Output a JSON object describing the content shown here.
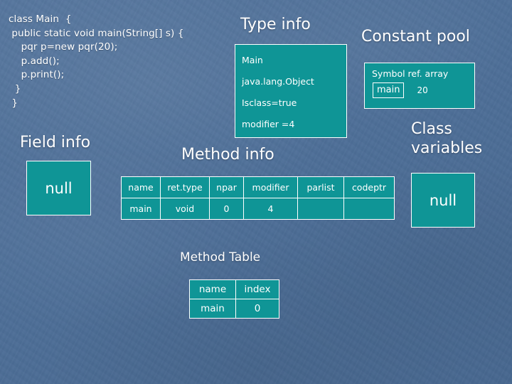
{
  "slide": {
    "background_color": "#4e6f98",
    "panel_color": "#0f9596",
    "text_color": "#ffffff"
  },
  "code_block": {
    "text": "class Main  {\n public static void main(String[] s) {\n    pqr p=new pqr(20);\n    p.add();\n    p.print();\n  }\n }"
  },
  "type_info": {
    "heading": "Type info",
    "lines": [
      "Main",
      "java.lang.Object",
      "Isclass=true",
      "modifier =4"
    ]
  },
  "constant_pool": {
    "heading": "Constant pool",
    "title": "Symbol ref. array",
    "symbol": "main",
    "value": "20"
  },
  "field_info": {
    "heading": "Field info",
    "value": "null"
  },
  "class_variables": {
    "heading": "Class\nvariables",
    "value": "null"
  },
  "method_info": {
    "heading": "Method info",
    "columns": [
      "name",
      "ret.type",
      "npar",
      "modifier",
      "parlist",
      "codeptr"
    ],
    "rows": [
      [
        "main",
        "void",
        "0",
        "4",
        "",
        ""
      ]
    ]
  },
  "method_table": {
    "heading": "Method Table",
    "columns": [
      "name",
      "index"
    ],
    "rows": [
      [
        "main",
        "0"
      ]
    ]
  }
}
